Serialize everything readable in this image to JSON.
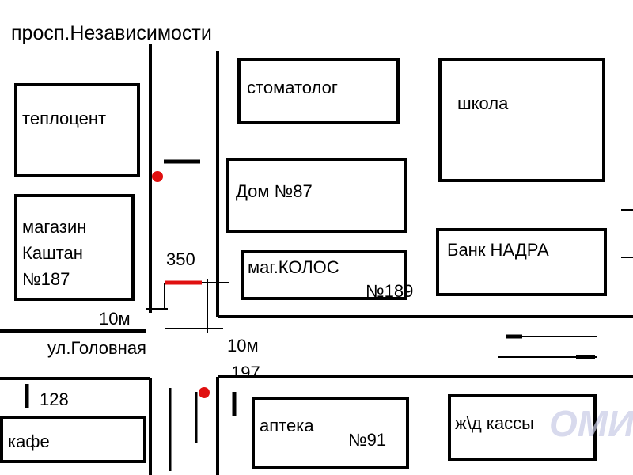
{
  "street_main": "просп.Независимости",
  "street_cross": "ул.Головная",
  "buildings": {
    "teplocent": "теплоцент",
    "kashtan_line1": "магазин",
    "kashtan_line2": "Каштан",
    "kashtan_line3": "№187",
    "dentist": "стоматолог",
    "school": "школа",
    "house87": "Дом №87",
    "kolos": "маг.КОЛОС",
    "kolos_number": "№189",
    "bank": "Банк НАДРА",
    "cafe": "кафе",
    "cafe_number": "128",
    "pharmacy": "аптека",
    "pharmacy_number": "№91",
    "rail_tickets": "ж\\д кассы",
    "stop_number": "197"
  },
  "measurements": {
    "distance": "350",
    "left_offset": "10м",
    "right_offset": "10м"
  },
  "watermark": "ОМИ",
  "colors": {
    "marker": "#e01010",
    "line": "#000000"
  }
}
